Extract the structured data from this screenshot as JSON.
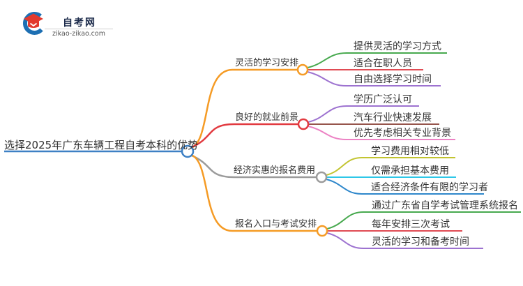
{
  "logo": {
    "title": "自考网",
    "domain": "zikao-zikao.com",
    "icon": "graduation-cap-icon",
    "brand_blue": "#1d6fb3",
    "brand_red": "#e23a2e"
  },
  "central": {
    "label": "选择2025年广东车辆工程自考本科的优势",
    "color": "#3e80c4"
  },
  "branches": [
    {
      "label": "灵活的学习安排",
      "color": "#f59b25",
      "children": [
        {
          "label": "提供灵活的学习方式",
          "color": "#47a94e"
        },
        {
          "label": "适合在职人员",
          "color": "#e04b53"
        },
        {
          "label": "自由选择学习时间",
          "color": "#9d72d0"
        }
      ]
    },
    {
      "label": "良好的就业前景",
      "color": "#e23a40",
      "children": [
        {
          "label": "学历广泛认可",
          "color": "#9d72d0"
        },
        {
          "label": "汽车行业快速发展",
          "color": "#96554c"
        },
        {
          "label": "优先考虑相关专业背景",
          "color": "#ec82c4"
        }
      ]
    },
    {
      "label": "经济实惠的报名费用",
      "color": "#9b9b9b",
      "children": [
        {
          "label": "学习费用相对较低",
          "color": "#c2c430"
        },
        {
          "label": "仅需承担基本费用",
          "color": "#2ec7e8"
        },
        {
          "label": "适合经济条件有限的学习者",
          "color": "#2e87cb"
        }
      ]
    },
    {
      "label": "报名入口与考试安排",
      "color": "#f59b25",
      "children": [
        {
          "label": "通过广东省自学考试管理系统报名",
          "color": "#47a94e"
        },
        {
          "label": "每年安排三次考试",
          "color": "#e04b53"
        },
        {
          "label": "灵活的学习和备考时间",
          "color": "#9d72d0"
        }
      ]
    }
  ]
}
